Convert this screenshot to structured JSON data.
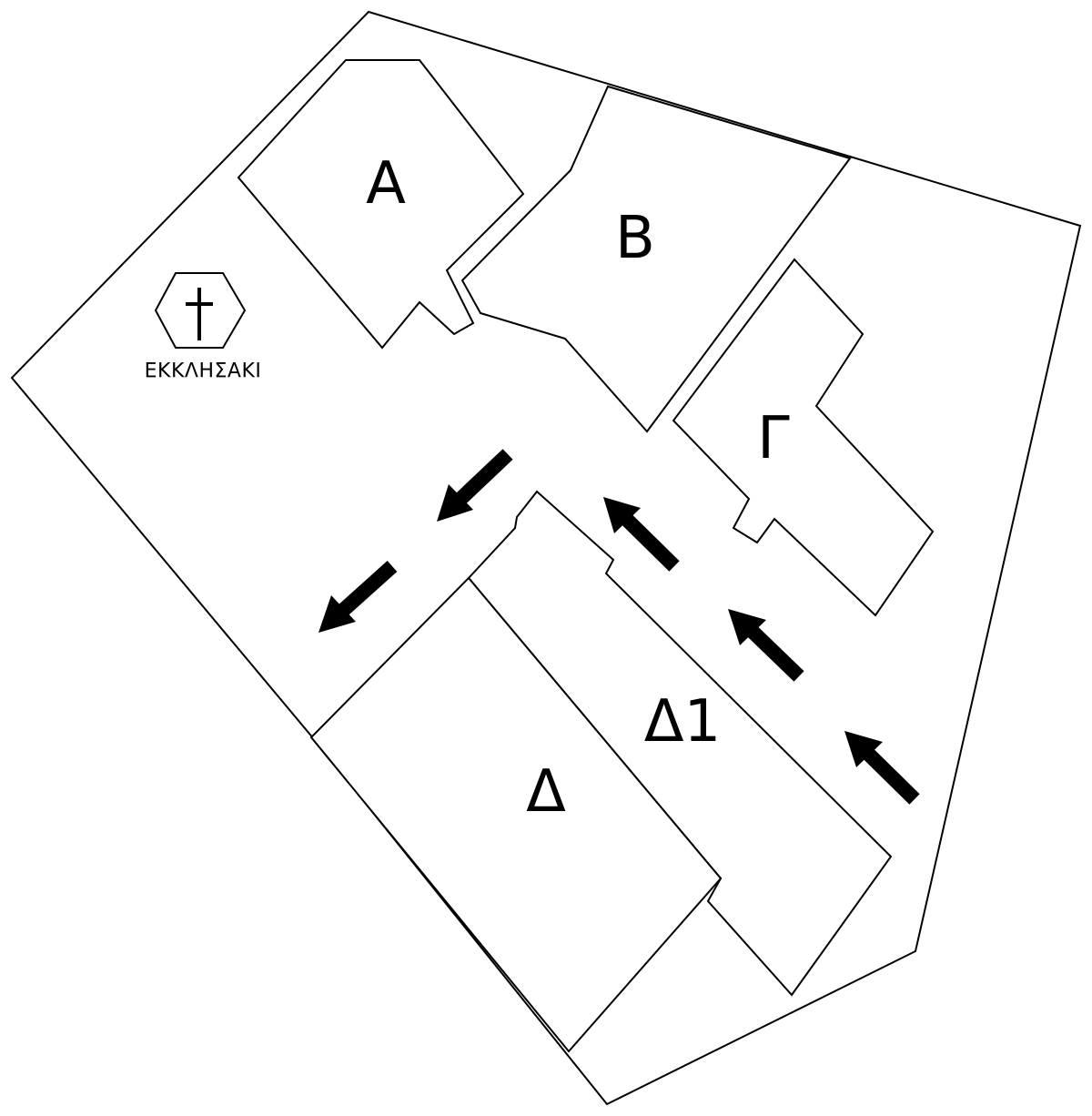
{
  "map": {
    "chapel_label": "ΕΚΚΛΗΣΑΚΙ",
    "chapel_icon": "cross-icon",
    "buildings": [
      {
        "id": "A",
        "label": "A"
      },
      {
        "id": "B",
        "label": "B"
      },
      {
        "id": "Gamma",
        "label": "Γ"
      },
      {
        "id": "Delta",
        "label": "Δ"
      },
      {
        "id": "Delta1",
        "label": "Δ1"
      }
    ],
    "arrows": [
      {
        "icon": "arrow-icon",
        "direction": "southwest"
      },
      {
        "icon": "arrow-icon",
        "direction": "southwest"
      },
      {
        "icon": "arrow-icon",
        "direction": "northwest"
      },
      {
        "icon": "arrow-icon",
        "direction": "northwest"
      },
      {
        "icon": "arrow-icon",
        "direction": "northwest"
      }
    ],
    "colors": {
      "line": "#000000",
      "background": "#ffffff"
    }
  }
}
